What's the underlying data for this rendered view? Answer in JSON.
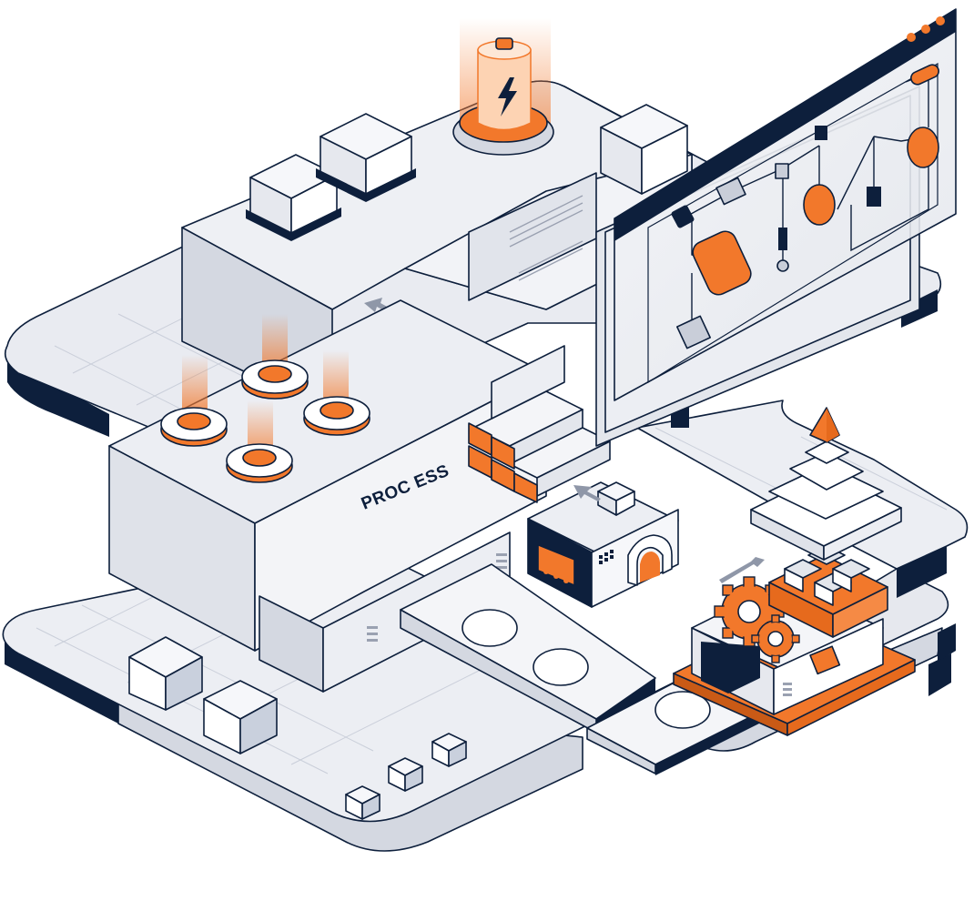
{
  "illustration": {
    "process_label": "PROC ESS",
    "colors": {
      "accent": "#f2782b",
      "accent_light": "#fbb78a",
      "navy": "#0d1f3c",
      "surface": "#eceef3",
      "surface_dark": "#d4d8e1",
      "white": "#ffffff"
    },
    "window_dots": 3,
    "screen_icon": "flowchart-icon",
    "battery_icon": "battery-lightning-icon",
    "gear_icon": "gear-icon",
    "discs_on_tray": 3
  }
}
